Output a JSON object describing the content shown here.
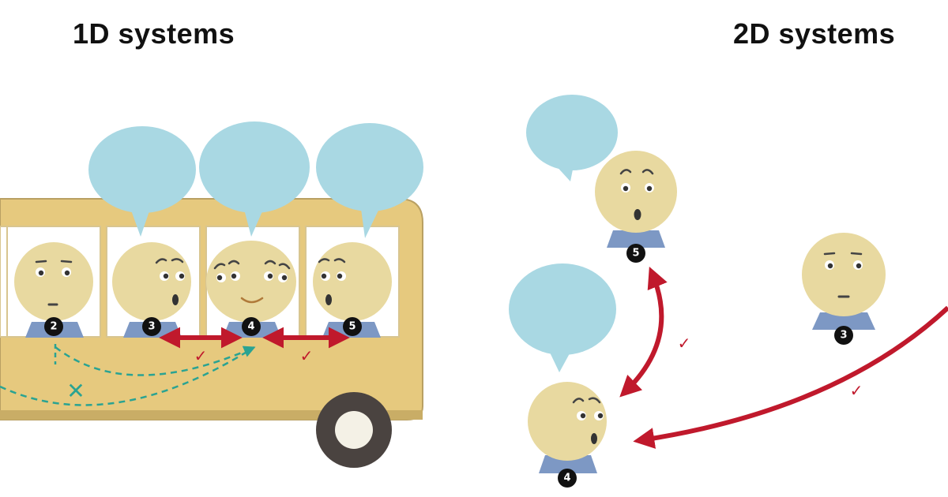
{
  "titles": {
    "one_d": "1D systems",
    "two_d": "2D systems"
  },
  "one_d": {
    "passengers": [
      {
        "number": "2",
        "expression": "neutral"
      },
      {
        "number": "3",
        "expression": "talking"
      },
      {
        "number": "4",
        "expression": "smiling"
      },
      {
        "number": "5",
        "expression": "talking"
      }
    ],
    "allowed_links": [
      [
        "3",
        "4"
      ],
      [
        "4",
        "5"
      ]
    ],
    "blocked_link": [
      "2",
      "4"
    ],
    "mark_allowed": "✓",
    "mark_blocked": "✕"
  },
  "two_d": {
    "people": [
      {
        "number": "5",
        "expression": "talking"
      },
      {
        "number": "4",
        "expression": "talking"
      },
      {
        "number": "3",
        "expression": "neutral"
      }
    ],
    "links": [
      [
        "5",
        "4"
      ],
      [
        "3",
        "4"
      ]
    ],
    "mark_allowed": "✓"
  },
  "colors": {
    "face": "#e8d9a0",
    "bus_body": "#e6c97e",
    "bubble": "#a9d8e3",
    "collar": "#7d98c4",
    "arrow_allowed": "#c0192c",
    "arrow_blocked": "#2aa392",
    "wheel": "#4a4340"
  }
}
